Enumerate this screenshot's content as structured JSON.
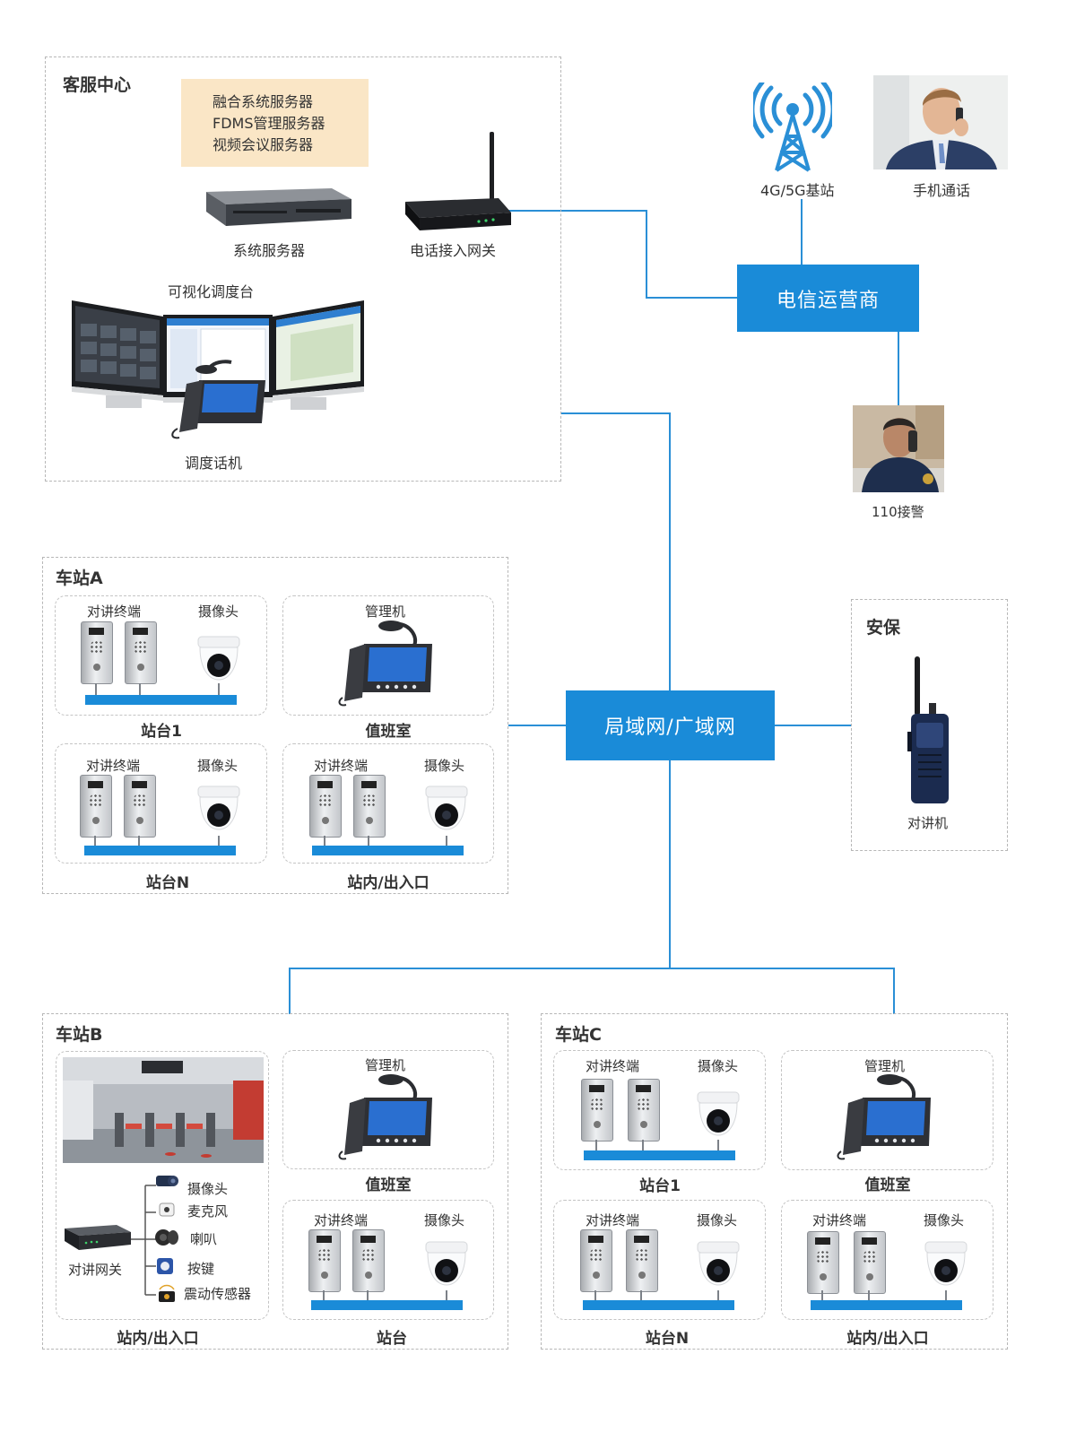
{
  "service_center": {
    "title": "客服中心",
    "servers": [
      "融合系统服务器",
      "FDMS管理服务器",
      "视频会议服务器"
    ],
    "system_server": "系统服务器",
    "phone_gateway": "电话接入网关",
    "dispatch_console": "可视化调度台",
    "dispatch_phone": "调度话机"
  },
  "telecom": {
    "base_station": "4G/5G基站",
    "mobile_call": "手机通话",
    "operator": "电信运营商",
    "police": "110接警"
  },
  "network": {
    "label": "局域网/广域网"
  },
  "security": {
    "title": "安保",
    "walkie_talkie": "对讲机"
  },
  "station_a": {
    "title": "车站A",
    "platform1": {
      "terminal": "对讲终端",
      "camera": "摄像头",
      "caption": "站台1"
    },
    "duty_room": {
      "device": "管理机",
      "caption": "值班室"
    },
    "platformN": {
      "terminal": "对讲终端",
      "camera": "摄像头",
      "caption": "站台N"
    },
    "entrance": {
      "terminal": "对讲终端",
      "camera": "摄像头",
      "caption": "站内/出入口"
    }
  },
  "station_b": {
    "title": "车站B",
    "entrance": {
      "gateway": "对讲网关",
      "peripherals": [
        "摄像头",
        "麦克风",
        "喇叭",
        "按键",
        "震动传感器"
      ],
      "caption": "站内/出入口"
    },
    "duty_room": {
      "device": "管理机",
      "caption": "值班室"
    },
    "platform": {
      "terminal": "对讲终端",
      "camera": "摄像头",
      "caption": "站台"
    }
  },
  "station_c": {
    "title": "车站C",
    "platform1": {
      "terminal": "对讲终端",
      "camera": "摄像头",
      "caption": "站台1"
    },
    "duty_room": {
      "device": "管理机",
      "caption": "值班室"
    },
    "platformN": {
      "terminal": "对讲终端",
      "camera": "摄像头",
      "caption": "站台N"
    },
    "entrance": {
      "terminal": "对讲终端",
      "camera": "摄像头",
      "caption": "站内/出入口"
    }
  }
}
